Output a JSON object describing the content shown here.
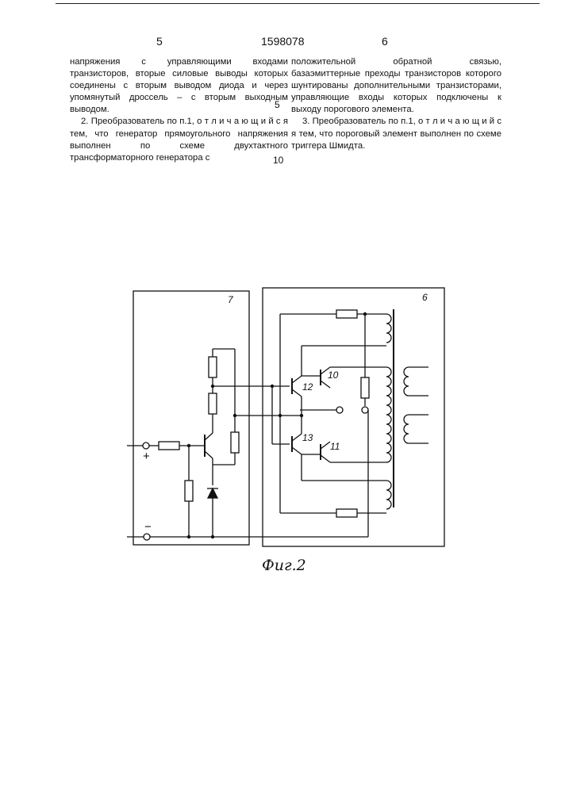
{
  "header": {
    "left_page": "5",
    "patent_number": "1598078",
    "right_page": "6"
  },
  "left_column": {
    "p1": "напряжения с управляющими входами транзисторов, вторые силовые выводы которых соединены с вторым выводом диода и через упомянутый дроссель – с вторым выходным выводом.",
    "p2": "2. Преобразователь по п.1, о т л и ч а ю щ и й с я тем, что генератор прямоугольного напряжения выполнен по схеме двухтактного трансформаторного генератора с"
  },
  "right_column": {
    "p1": "положительной обратной связью, базаэмиттерные преходы транзисторов которого шунтированы дополнительными транзисторами, управляющие входы которых подключены к выходу порогового элемента.",
    "p2": "3. Преобразователь по п.1, о т л и ч а ю щ и й с я тем, что пороговый элемент выполнен по схеме триггера Шмидта."
  },
  "line_numbers": [
    "5",
    "10"
  ],
  "figure": {
    "block_left_label": "7",
    "block_right_label": "6",
    "transistor_labels": [
      "10",
      "11",
      "12",
      "13"
    ],
    "plus_label": "+",
    "minus_label": "−",
    "caption": "Фиг.2"
  }
}
